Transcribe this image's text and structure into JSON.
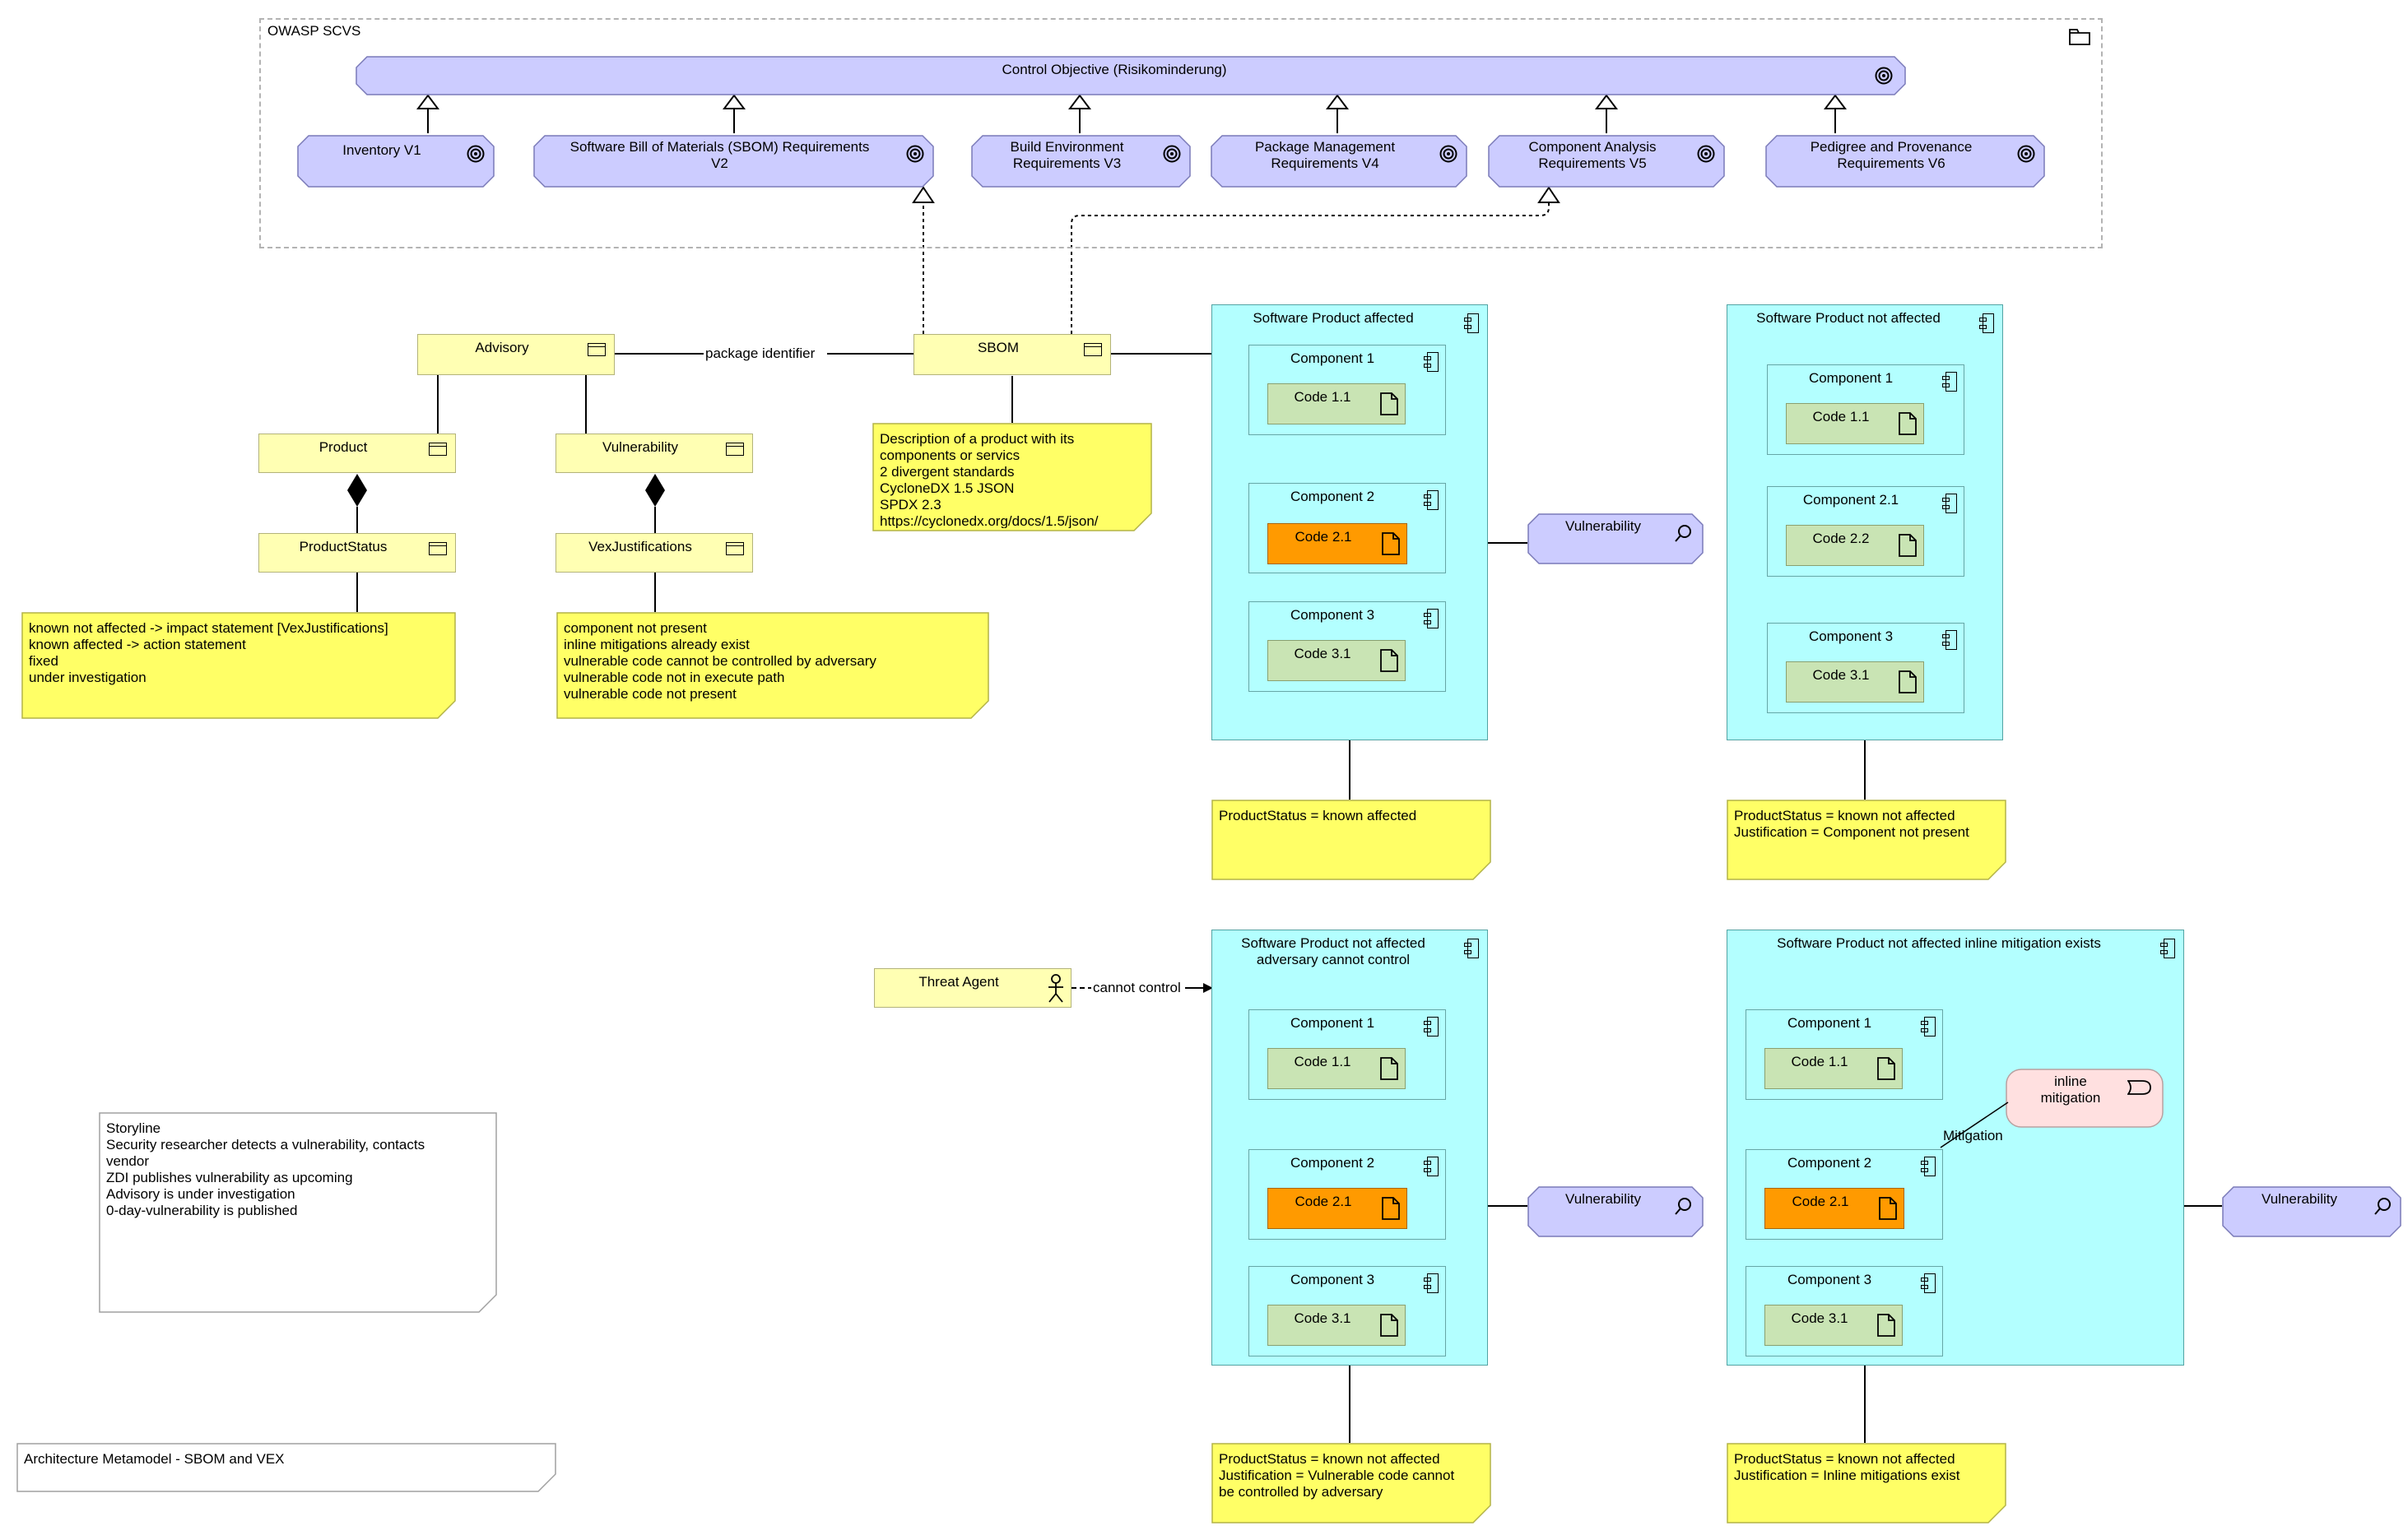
{
  "scvs_group": {
    "title": "OWASP SCVS"
  },
  "control_objective": {
    "label": "Control Objective (Risikominderung)"
  },
  "requirements": [
    {
      "label": "Inventory V1"
    },
    {
      "label": "Software Bill of Materials (SBOM) Requirements\nV2"
    },
    {
      "label": "Build Environment\nRequirements V3"
    },
    {
      "label": "Package Management\nRequirements V4"
    },
    {
      "label": "Component Analysis\nRequirements V5"
    },
    {
      "label": "Pedigree and Provenance\nRequirements V6"
    }
  ],
  "objects": {
    "advisory": "Advisory",
    "sbom": "SBOM",
    "product": "Product",
    "vulnerability": "Vulnerability",
    "product_status": "ProductStatus",
    "vex_justifications": "VexJustifications"
  },
  "relations": {
    "package_identifier": "package identifier",
    "cannot_control": "cannot control",
    "mitigation": "Mitigation"
  },
  "notes": {
    "product_status": "known not affected -> impact statement [VexJustifications]\nknown affected -> action statement\nfixed\nunder investigation",
    "vex": "component not present\ninline mitigations already exist\nvulnerable code cannot be controlled by adversary\nvulnerable code not in execute path\nvulnerable code not present",
    "sbom": "Description of a product with its\ncomponents or servics\n2 divergent standards\nCycloneDX 1.5 JSON\nSPDX 2.3\nhttps://cyclonedx.org/docs/1.5/json/",
    "status_affected": "ProductStatus = known affected",
    "status_not_affected": "ProductStatus = known not affected\nJustification = Component not present",
    "status_adversary": "ProductStatus = known not affected\nJustification = Vulnerable code cannot\nbe controlled by adversary",
    "status_mitigation": "ProductStatus = known not affected\nJustification = Inline mitigations exist"
  },
  "products": {
    "affected": {
      "title": "Software Product affected",
      "comp1": "Component 1",
      "code1": "Code 1.1",
      "comp2": "Component 2",
      "code2": "Code 2.1",
      "comp3": "Component 3",
      "code3": "Code 3.1"
    },
    "not_affected": {
      "title": "Software Product not affected",
      "comp1": "Component 1",
      "code1": "Code 1.1",
      "comp2": "Component 2.1",
      "code2": "Code 2.2",
      "comp3": "Component 3",
      "code3": "Code 3.1"
    },
    "adversary": {
      "title": "Software Product not affected\nadversary cannot control",
      "comp1": "Component 1",
      "code1": "Code 1.1",
      "comp2": "Component 2",
      "code2": "Code 2.1",
      "comp3": "Component 3",
      "code3": "Code 3.1"
    },
    "mitigation": {
      "title": "Software Product not affected inline mitigation exists",
      "comp1": "Component 1",
      "code1": "Code 1.1",
      "comp2": "Component 2",
      "code2": "Code 2.1",
      "comp3": "Component 3",
      "code3": "Code 3.1"
    }
  },
  "vulnerability_label": "Vulnerability",
  "threat_agent": "Threat Agent",
  "inline_mitigation": "inline\nmitigation",
  "storyline": "Storyline\nSecurity researcher detects a vulnerability, contacts\nvendor\nZDI publishes vulnerability as upcoming\nAdvisory is under investigation\n0-day-vulnerability is published",
  "footer": "Architecture Metamodel - SBOM and VEX",
  "colors": {
    "goal": "#ccccff",
    "business_object": "#ffffb3",
    "note": "#ffff66",
    "application": "#b3ffff",
    "code_green": "#c9e4b4",
    "code_vulnerable": "#ff9a00",
    "control": "#ffe0e0"
  }
}
